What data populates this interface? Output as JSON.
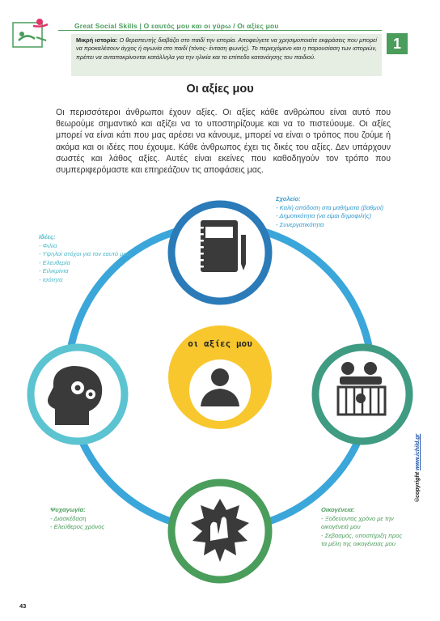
{
  "header": {
    "title": "Great Social Skills | Ο εαυτός μου και οι γύρω / Οι αξίες μου",
    "badge": "1"
  },
  "story": {
    "label": "Μικρή ιστορία:",
    "text": "Ο θεραπευτής διαβάζει στο παιδί την ιστορία. Αποφεύγετε να χρησιμοποιείτε εκφράσεις που μπορεί να προκαλέσουν άγχος ή αγωνία στο παιδί (τόνος- ένταση φωνής). Το περιεχόμενο και η παρουσίαση των ιστοριών, πρέπει να ανταποκρίνονται κατάλληλα για την ηλικία και το επίπεδο κατανόησης του παιδιού."
  },
  "title": "Οι αξίες μου",
  "intro": "Οι περισσότεροι άνθρωποι έχουν αξίες. Οι αξίες κάθε ανθρώπου είναι αυτό που θεωρούμε σημαντικό και αξίζει να το υποστηρίζουμε και να το πιστεύουμε. Οι αξίες μπορεί να είναι κάτι που μας αρέσει να κάνουμε, μπορεί να είναι ο τρόπος που ζούμε ή ακόμα και οι ιδέες που έχουμε. Κάθε άνθρωπος έχει τις δικές του αξίες. Δεν υπάρχουν σωστές και λάθος αξίες. Αυτές είναι εκείνες που καθοδηγούν τον τρόπο που συμπεριφερόμαστε και επηρεάζουν τις αποφάσεις μας.",
  "center": {
    "label": "οι αξίες μου"
  },
  "annotations": {
    "school": {
      "heading": "Σχολείο:",
      "items": [
        "Καλή απόδοση στα μαθήματα (βαθμοί)",
        "Δημοτικότητα (να είμαι δημοφιλής)",
        "Συνεργατικότητα"
      ]
    },
    "ideas": {
      "heading": "Ιδέες:",
      "items": [
        "Φιλία",
        "Υψηλοί στόχοι για τον εαυτό μου",
        "Ελευθερία",
        "Ειλικρίνια",
        "Ισότητα"
      ]
    },
    "leisure": {
      "heading": "Ψυχαγωγία:",
      "items": [
        "Διασκέδαση",
        "Ελεύθερος χρόνος"
      ]
    },
    "family": {
      "heading": "Οικογένεια:",
      "items": [
        "Ξοδεύοντας χρόνο με την οικογένειά μου",
        "Σεβασμός, υποστήριξη προς τα μέλη της οικογένειας μου"
      ]
    }
  },
  "colors": {
    "ring": "#3ba6d9",
    "top": "#2b7bb9",
    "left": "#5cc3d1",
    "right": "#3f9b82",
    "bottom": "#4a9d5b",
    "center": "#f8c72e",
    "accent_green": "#4a9d5b"
  },
  "copyright": {
    "prefix": "©copyright",
    "url": "www.ichild.gr"
  },
  "page_number": "43"
}
